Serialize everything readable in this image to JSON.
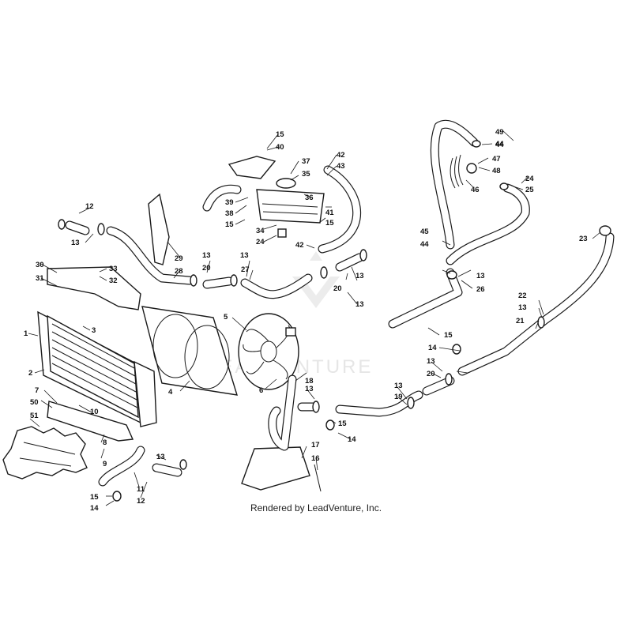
{
  "caption": "Rendered by LeadVenture, Inc.",
  "watermark": "LEADVENTURE",
  "colors": {
    "line": "#1a1a1a",
    "background": "#ffffff",
    "watermark": "#e6e6e6"
  },
  "part_labels": [
    "1",
    "2",
    "3",
    "4",
    "5",
    "6",
    "7",
    "8",
    "9",
    "10",
    "11",
    "12",
    "13",
    "14",
    "15",
    "16",
    "17",
    "18",
    "19",
    "20",
    "21",
    "22",
    "23",
    "24",
    "25",
    "26",
    "27",
    "28",
    "29",
    "30",
    "31",
    "32",
    "33",
    "34",
    "35",
    "36",
    "37",
    "38",
    "39",
    "40",
    "41",
    "42",
    "43",
    "44",
    "45",
    "46",
    "47",
    "48",
    "49",
    "50",
    "51"
  ]
}
